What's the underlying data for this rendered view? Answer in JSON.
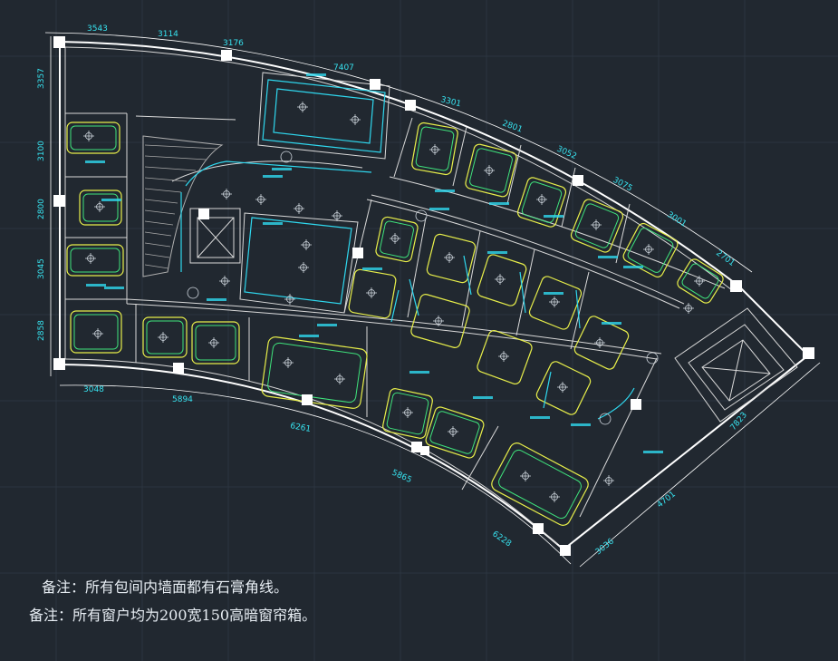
{
  "dimensions": {
    "top": [
      "3543",
      "3114",
      "3176",
      "7407",
      "3301",
      "2801",
      "3052",
      "3075",
      "3001",
      "2701"
    ],
    "left": [
      "3357",
      "3100",
      "2800",
      "3045",
      "2858"
    ],
    "bottom": [
      "3048",
      "5894",
      "6261",
      "5865",
      "6228",
      "3036",
      "4701"
    ],
    "right": [
      "7823"
    ]
  },
  "notes": [
    "备注：所有包间内墙面都有石膏角线。",
    "备注：所有窗户均为200宽150高暗窗帘箱。"
  ],
  "colors": {
    "background": "#212830",
    "wall": "#ffffff",
    "dimension_text": "#37e3f0",
    "room_outline": "#e8ef4a",
    "room_inner": "#3fe37c",
    "light_strip": "#2fd8ef"
  }
}
